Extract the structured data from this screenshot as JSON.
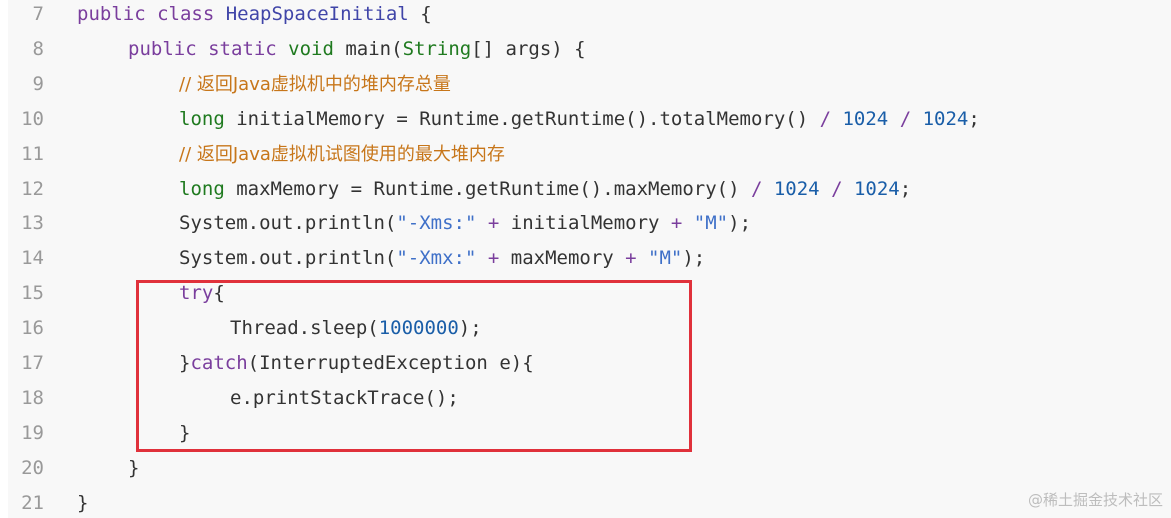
{
  "watermark": "@稀土掘金技术社区",
  "colors": {
    "highlight_box": "#e0313b",
    "keyword": "#7a3e9d",
    "type": "#1f7a1f",
    "class_name": "#4045a8",
    "number": "#1a5ea8",
    "string": "#3f70c8",
    "comment": "#c7761a",
    "line_number": "#999999"
  },
  "lines": [
    {
      "num": "7",
      "indent": 0,
      "tokens": [
        {
          "t": "public class ",
          "c": "kw"
        },
        {
          "t": "HeapSpaceInitial",
          "c": "cls"
        },
        {
          "t": " {",
          "c": "plain"
        }
      ]
    },
    {
      "num": "8",
      "indent": 1,
      "tokens": [
        {
          "t": "public static ",
          "c": "kw"
        },
        {
          "t": "void ",
          "c": "type"
        },
        {
          "t": "main(",
          "c": "plain"
        },
        {
          "t": "String",
          "c": "type"
        },
        {
          "t": "[] args) {",
          "c": "plain"
        }
      ]
    },
    {
      "num": "9",
      "indent": 2,
      "tokens": [
        {
          "t": "// 返回Java虚拟机中的堆内存总量",
          "c": "cmt"
        }
      ]
    },
    {
      "num": "10",
      "indent": 2,
      "tokens": [
        {
          "t": "long ",
          "c": "type"
        },
        {
          "t": "initialMemory = Runtime.getRuntime().totalMemory() ",
          "c": "plain"
        },
        {
          "t": "/ ",
          "c": "op"
        },
        {
          "t": "1024 ",
          "c": "num"
        },
        {
          "t": "/ ",
          "c": "op"
        },
        {
          "t": "1024",
          "c": "num"
        },
        {
          "t": ";",
          "c": "plain"
        }
      ]
    },
    {
      "num": "11",
      "indent": 2,
      "tokens": [
        {
          "t": "// 返回Java虚拟机试图使用的最大堆内存",
          "c": "cmt"
        }
      ]
    },
    {
      "num": "12",
      "indent": 2,
      "tokens": [
        {
          "t": "long ",
          "c": "type"
        },
        {
          "t": "maxMemory = Runtime.getRuntime().maxMemory() ",
          "c": "plain"
        },
        {
          "t": "/ ",
          "c": "op"
        },
        {
          "t": "1024 ",
          "c": "num"
        },
        {
          "t": "/ ",
          "c": "op"
        },
        {
          "t": "1024",
          "c": "num"
        },
        {
          "t": ";",
          "c": "plain"
        }
      ]
    },
    {
      "num": "13",
      "indent": 2,
      "tokens": [
        {
          "t": "System.out.println(",
          "c": "plain"
        },
        {
          "t": "\"-Xms:\"",
          "c": "str"
        },
        {
          "t": " + ",
          "c": "op"
        },
        {
          "t": "initialMemory",
          "c": "plain"
        },
        {
          "t": " + ",
          "c": "op"
        },
        {
          "t": "\"M\"",
          "c": "str"
        },
        {
          "t": ");",
          "c": "plain"
        }
      ]
    },
    {
      "num": "14",
      "indent": 2,
      "tokens": [
        {
          "t": "System.out.println(",
          "c": "plain"
        },
        {
          "t": "\"-Xmx:\"",
          "c": "str"
        },
        {
          "t": " + ",
          "c": "op"
        },
        {
          "t": "maxMemory",
          "c": "plain"
        },
        {
          "t": " + ",
          "c": "op"
        },
        {
          "t": "\"M\"",
          "c": "str"
        },
        {
          "t": ");",
          "c": "plain"
        }
      ]
    },
    {
      "num": "15",
      "indent": 2,
      "tokens": [
        {
          "t": "try",
          "c": "kw"
        },
        {
          "t": "{",
          "c": "plain"
        }
      ]
    },
    {
      "num": "16",
      "indent": 3,
      "tokens": [
        {
          "t": "Thread.sleep(",
          "c": "plain"
        },
        {
          "t": "1000000",
          "c": "num"
        },
        {
          "t": ");",
          "c": "plain"
        }
      ]
    },
    {
      "num": "17",
      "indent": 2,
      "tokens": [
        {
          "t": "}",
          "c": "plain"
        },
        {
          "t": "catch",
          "c": "kw"
        },
        {
          "t": "(InterruptedException e){",
          "c": "plain"
        }
      ]
    },
    {
      "num": "18",
      "indent": 3,
      "tokens": [
        {
          "t": "e.printStackTrace();",
          "c": "plain"
        }
      ]
    },
    {
      "num": "19",
      "indent": 2,
      "tokens": [
        {
          "t": "}",
          "c": "plain"
        }
      ]
    },
    {
      "num": "20",
      "indent": 1,
      "tokens": [
        {
          "t": "}",
          "c": "plain"
        }
      ]
    },
    {
      "num": "21",
      "indent": 0,
      "tokens": [
        {
          "t": "}",
          "c": "plain"
        }
      ]
    }
  ]
}
